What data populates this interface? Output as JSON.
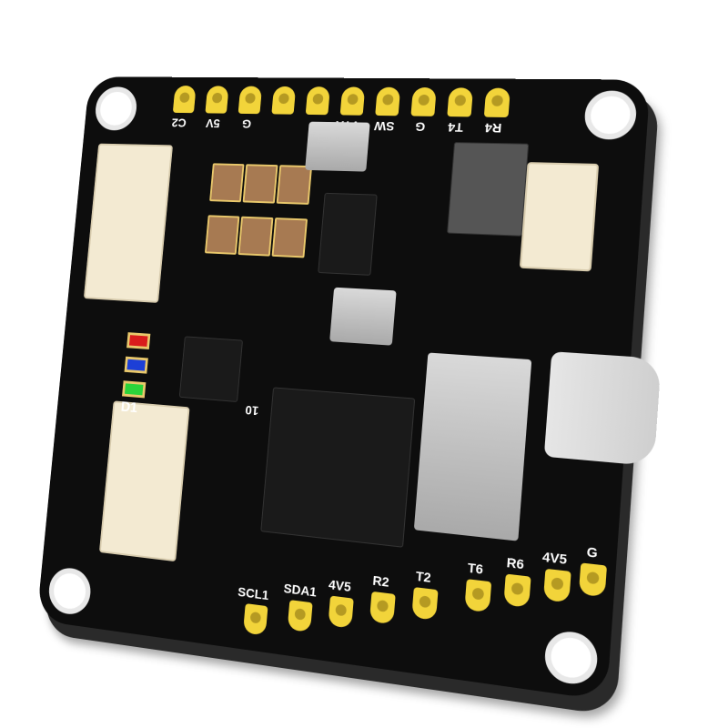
{
  "image": {
    "subject": "Flight controller PCB (3D render)",
    "board_color": "#0d0d0d",
    "pad_color": "#f2d43a",
    "silkscreen_color": "#ffffff"
  },
  "top_edge_pads": {
    "labels": [
      "C2",
      "5V",
      "G",
      "",
      "",
      "VTX",
      "SW",
      "G",
      "T4",
      "R4"
    ]
  },
  "bottom_left_pads": {
    "labels": [
      "SCL1",
      "SDA1",
      "4V5",
      "R2",
      "T2"
    ]
  },
  "bottom_right_pads": {
    "labels": [
      "T6",
      "R6",
      "4V5",
      "G"
    ]
  },
  "silkscreen": {
    "designator_led": "D1",
    "designator_mcu": "10"
  },
  "leds": [
    {
      "color": "#d91c1c",
      "name": "red"
    },
    {
      "color": "#1d3fd6",
      "name": "blue"
    },
    {
      "color": "#2bd43a",
      "name": "green"
    }
  ]
}
